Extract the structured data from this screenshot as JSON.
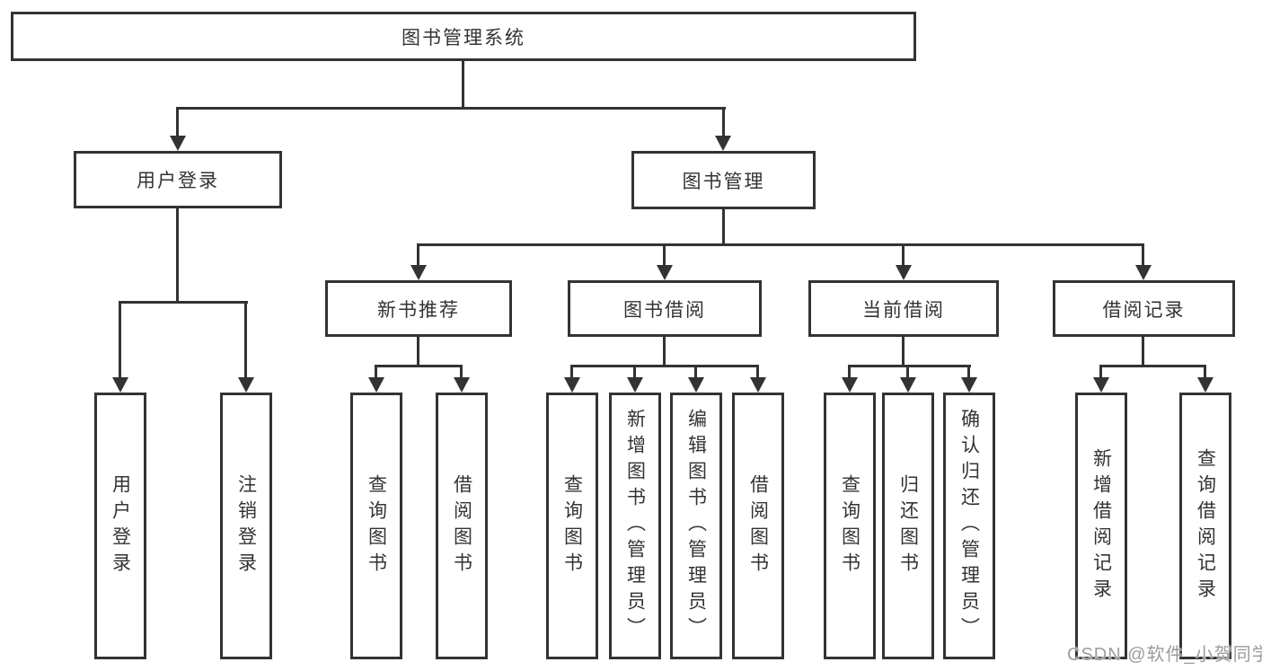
{
  "diagram": {
    "root": {
      "label": "图书管理系统"
    },
    "level2": [
      {
        "label": "用户登录"
      },
      {
        "label": "图书管理"
      }
    ],
    "level3": [
      {
        "label": "新书推荐"
      },
      {
        "label": "图书借阅"
      },
      {
        "label": "当前借阅"
      },
      {
        "label": "借阅记录"
      }
    ],
    "leaves": {
      "user_login": [
        "用户登录",
        "注销登录"
      ],
      "new_books": [
        "查询图书",
        "借阅图书"
      ],
      "book_borrow": [
        "查询图书",
        "新增图书（管理员）",
        "编辑图书（管理员）",
        "借阅图书"
      ],
      "current_borrow": [
        "查询图书",
        "归还图书",
        "确认归还（管理员）"
      ],
      "borrow_records": [
        "新增借阅记录",
        "查询借阅记录"
      ]
    },
    "watermark": "CSDN @软件_小贺同学",
    "colors": {
      "line": "#333333",
      "text": "#333333",
      "watermark_text": "#9c9c9c",
      "background": "#ffffff"
    }
  }
}
